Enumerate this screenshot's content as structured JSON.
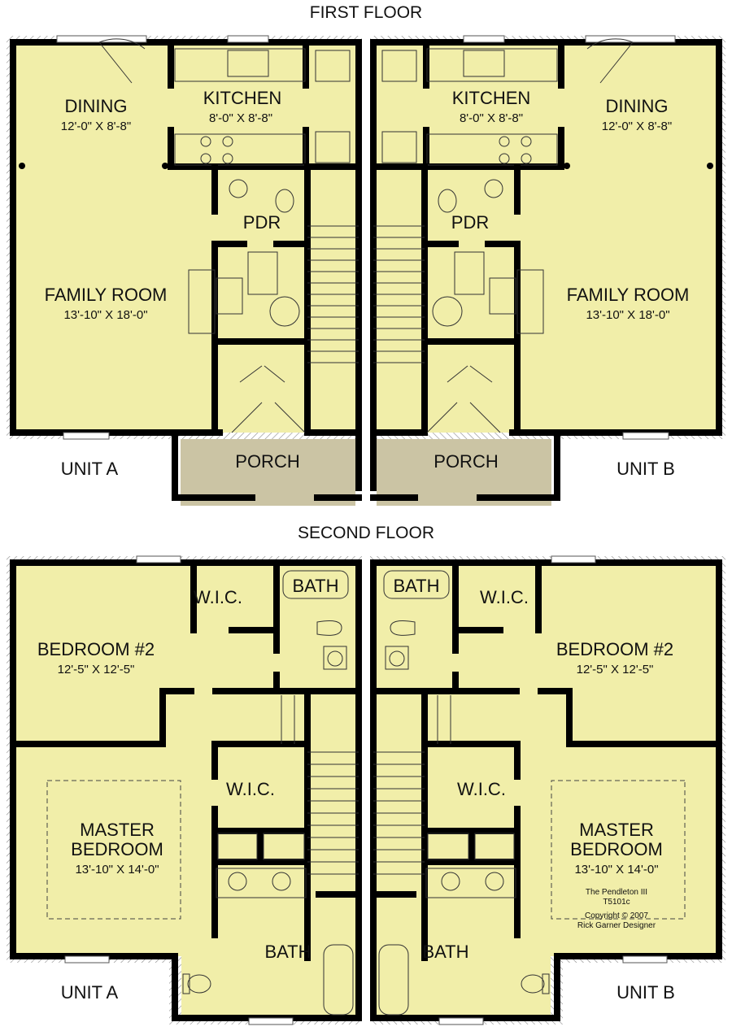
{
  "colors": {
    "floor": "#f1eea9",
    "porch": "#cbc4a4",
    "wall": "#000000",
    "hatch": "#888888"
  },
  "first_floor": {
    "title": "FIRST FLOOR",
    "unit_a": {
      "label": "UNIT A",
      "dining": {
        "name": "DINING",
        "dim": "12'-0\" X 8'-8\""
      },
      "kitchen": {
        "name": "KITCHEN",
        "dim": "8'-0\" X 8'-8\""
      },
      "pdr": "PDR",
      "family": {
        "name": "FAMILY ROOM",
        "dim": "13'-10\" X 18'-0\""
      },
      "porch": "PORCH"
    },
    "unit_b": {
      "label": "UNIT B",
      "dining": {
        "name": "DINING",
        "dim": "12'-0\" X 8'-8\""
      },
      "kitchen": {
        "name": "KITCHEN",
        "dim": "8'-0\" X 8'-8\""
      },
      "pdr": "PDR",
      "family": {
        "name": "FAMILY ROOM",
        "dim": "13'-10\" X 18'-0\""
      },
      "porch": "PORCH"
    }
  },
  "second_floor": {
    "title": "SECOND FLOOR",
    "unit_a": {
      "label": "UNIT A",
      "bedroom2": {
        "name": "BEDROOM #2",
        "dim": "12'-5\" X 12'-5\""
      },
      "wic_small": "W.I.C.",
      "bath_top": "BATH",
      "master": {
        "line1": "MASTER",
        "line2": "BEDROOM",
        "dim": "13'-10\" X 14'-0\""
      },
      "wic_master": "W.I.C.",
      "bath_master": "BATH"
    },
    "unit_b": {
      "label": "UNIT B",
      "bedroom2": {
        "name": "BEDROOM #2",
        "dim": "12'-5\" X 12'-5\""
      },
      "wic_small": "W.I.C.",
      "bath_top": "BATH",
      "master": {
        "line1": "MASTER",
        "line2": "BEDROOM",
        "dim": "13'-10\" X 14'-0\""
      },
      "wic_master": "W.I.C.",
      "bath_master": "BATH"
    }
  },
  "credits": {
    "plan_name": "The Pendleton III",
    "plan_code": "T5101c",
    "copyright": "Copyright © 2007",
    "designer": "Rick Garner Designer"
  }
}
